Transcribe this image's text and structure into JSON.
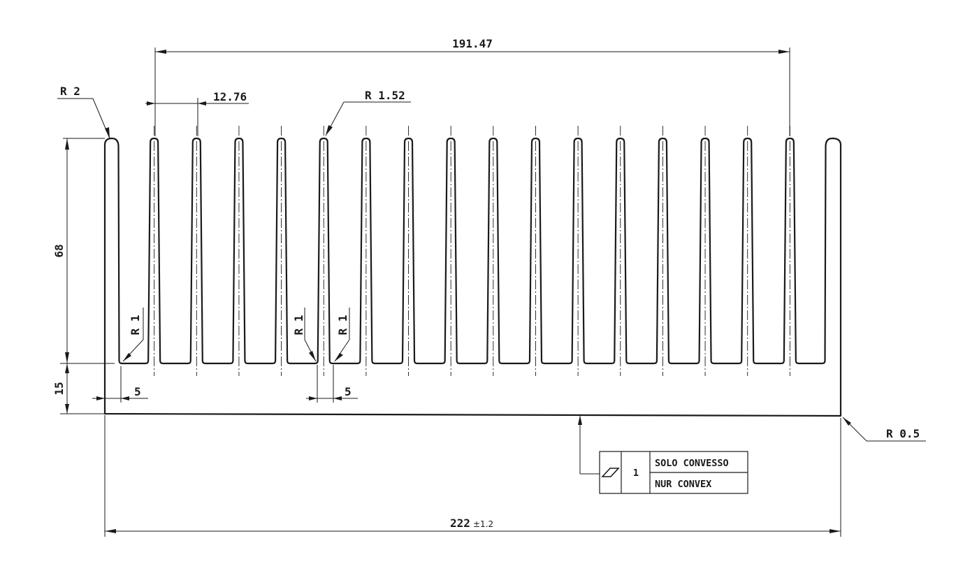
{
  "dimensions": {
    "fin_span": "191.47",
    "fin_pitch": "12.76",
    "fin_height": "68",
    "base_thickness": "15",
    "gap_left": "5",
    "gap_mid": "5",
    "overall_width": "222",
    "overall_width_tolerance": "±1.2"
  },
  "radii": {
    "outer_fin_tip": "R 2",
    "fin_tip": "R 1.52",
    "root_left": "R 1",
    "root_mid_a": "R 1",
    "root_mid_b": "R 1",
    "corner": "R 0.5"
  },
  "flatness_callout": {
    "symbol": "flatness-icon",
    "value": "1",
    "note_line1": "SOLO CONVESSO",
    "note_line2": "NUR CONVEX"
  },
  "profile": {
    "fin_count": 18
  }
}
